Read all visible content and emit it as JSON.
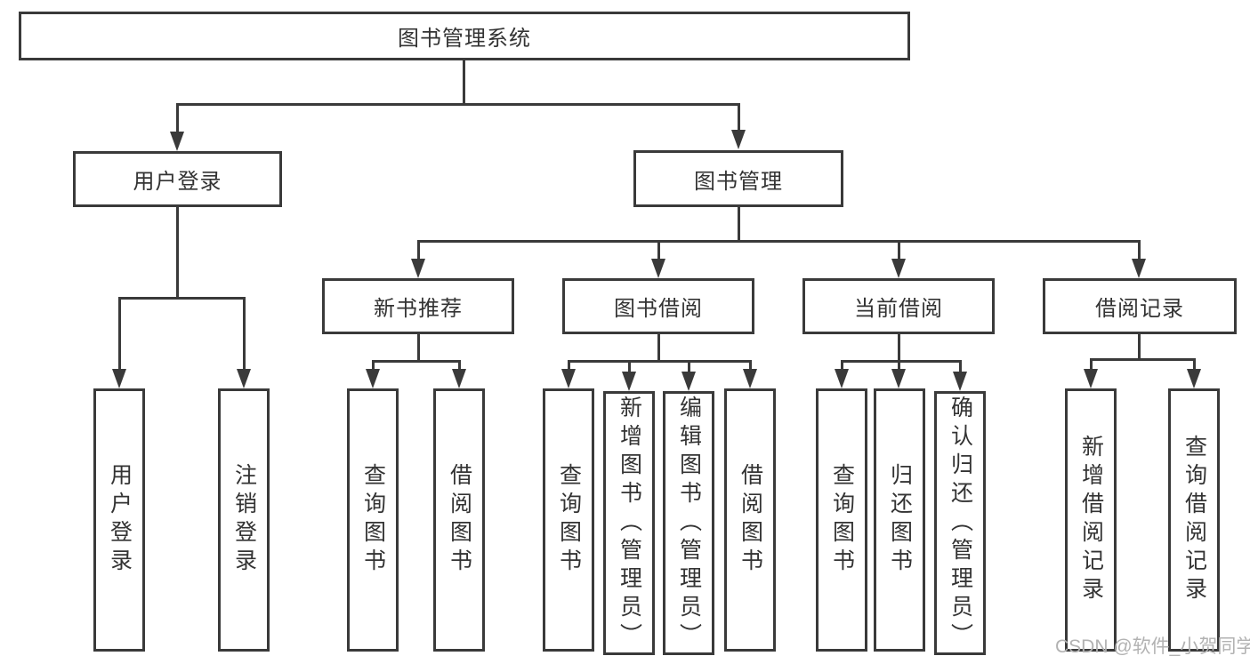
{
  "diagram": {
    "root": {
      "label": "图书管理系统"
    },
    "user_login": {
      "label": "用户登录",
      "children": [
        {
          "label": "用户登录"
        },
        {
          "label": "注销登录"
        }
      ]
    },
    "book_mgmt": {
      "label": "图书管理",
      "groups": [
        {
          "label": "新书推荐",
          "children": [
            {
              "label": "查询图书"
            },
            {
              "label": "借阅图书"
            }
          ]
        },
        {
          "label": "图书借阅",
          "children": [
            {
              "label": "查询图书"
            },
            {
              "label": "新增图书（管理员）"
            },
            {
              "label": "编辑图书（管理员）"
            },
            {
              "label": "借阅图书"
            }
          ]
        },
        {
          "label": "当前借阅",
          "children": [
            {
              "label": "查询图书"
            },
            {
              "label": "归还图书"
            },
            {
              "label": "确认归还（管理员）"
            }
          ]
        },
        {
          "label": "借阅记录",
          "children": [
            {
              "label": "新增借阅记录"
            },
            {
              "label": "查询借阅记录"
            }
          ]
        }
      ]
    }
  },
  "watermark": {
    "text": "CSDN @软件_小贺同学"
  },
  "colors": {
    "line": "#3a3a3a",
    "text": "#333333",
    "watermark": "#b2b2b2",
    "background": "#ffffff"
  }
}
